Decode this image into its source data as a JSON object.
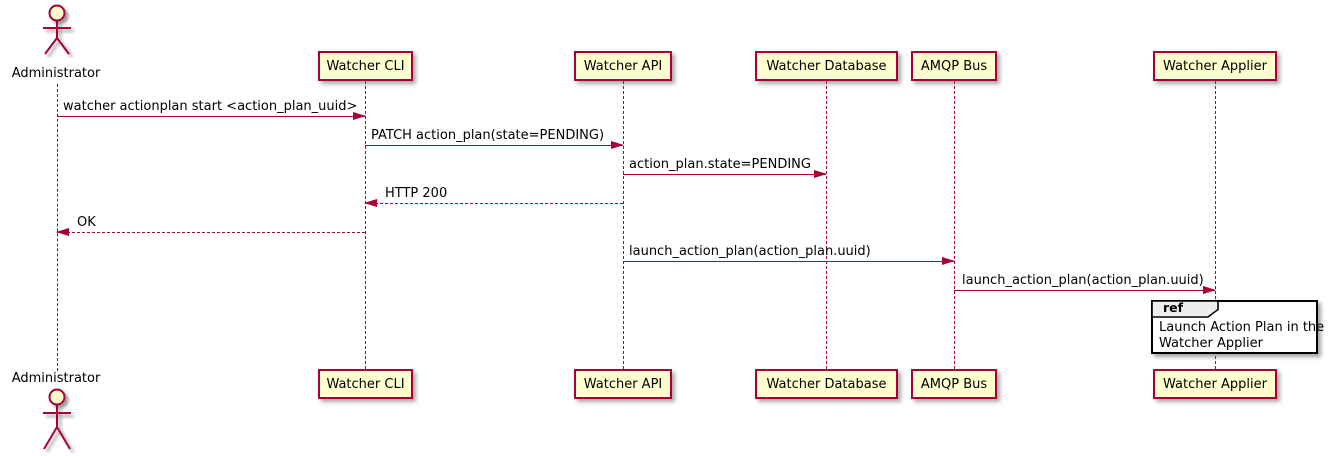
{
  "diagram": {
    "type": "uml-sequence",
    "actor": {
      "id": "administrator",
      "label": "Administrator"
    },
    "participants": [
      {
        "id": "watcher-cli",
        "label": "Watcher CLI"
      },
      {
        "id": "watcher-api",
        "label": "Watcher API"
      },
      {
        "id": "watcher-database",
        "label": "Watcher Database"
      },
      {
        "id": "amqp-bus",
        "label": "AMQP Bus"
      },
      {
        "id": "watcher-applier",
        "label": "Watcher Applier"
      }
    ],
    "messages": [
      {
        "label": "watcher actionplan start <action_plan_uuid>",
        "from": "Administrator",
        "to": "Watcher CLI",
        "style": "solid",
        "direction": "right"
      },
      {
        "label": "PATCH action_plan(state=PENDING)",
        "from": "Watcher CLI",
        "to": "Watcher API",
        "style": "solid",
        "direction": "right"
      },
      {
        "label": "action_plan.state=PENDING",
        "from": "Watcher API",
        "to": "Watcher Database",
        "style": "solid",
        "direction": "right"
      },
      {
        "label": "HTTP 200",
        "from": "Watcher API",
        "to": "Watcher CLI",
        "style": "dashed",
        "direction": "left"
      },
      {
        "label": "OK",
        "from": "Watcher CLI",
        "to": "Administrator",
        "style": "dashed",
        "direction": "left"
      },
      {
        "label": "launch_action_plan(action_plan.uuid)",
        "from": "Watcher API",
        "to": "AMQP Bus",
        "style": "solid",
        "direction": "right"
      },
      {
        "label": "launch_action_plan(action_plan.uuid)",
        "from": "AMQP Bus",
        "to": "Watcher Applier",
        "style": "solid",
        "direction": "right"
      }
    ],
    "ref": {
      "keyword": "ref",
      "over": "Watcher Applier",
      "lines": [
        "Launch Action Plan in the",
        "Watcher Applier"
      ]
    },
    "colors": {
      "participant_fill": "#FEFECE",
      "participant_border": "#A80036",
      "line": "#A80036",
      "ref_header_fill": "#EEEEEE",
      "ref_border": "#000000",
      "text": "#000000",
      "background": "#FFFFFF"
    }
  }
}
